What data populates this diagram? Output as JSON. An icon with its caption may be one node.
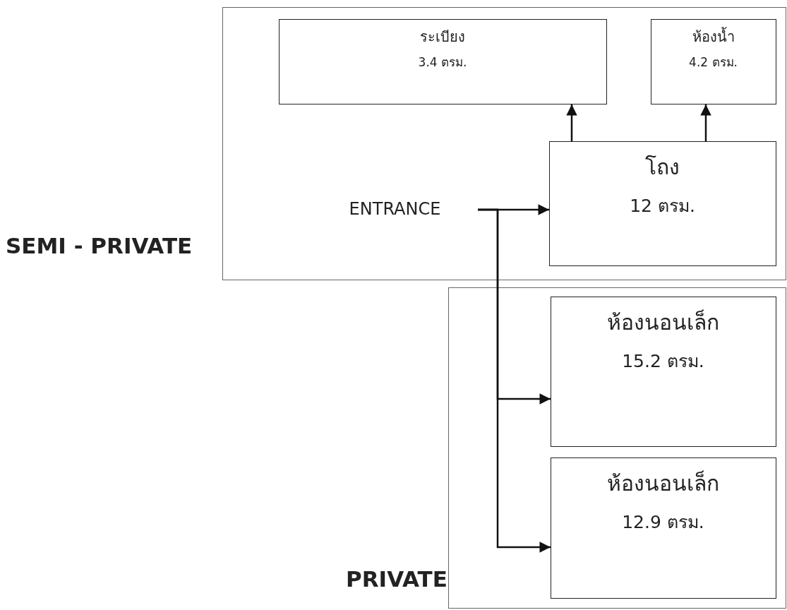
{
  "diagram": {
    "nodes": [
      {
        "text": [
          "SEMI - PRIVATE"
        ]
      },
      {
        "text": [
          "ระเบียง",
          "3.4 ตรม."
        ],
        "in": 0
      },
      {
        "text": [
          "ห้องน้ำ",
          "4.2 ตรม."
        ],
        "in": 0
      },
      {
        "text": [
          "ENTRANCE"
        ],
        "in": 0
      },
      {
        "text": [
          "โถง",
          "12 ตรม."
        ],
        "in": 0
      },
      {
        "text": [
          "PRIVATE"
        ]
      },
      {
        "text": [
          "ห้องนอนเล็ก",
          "15.2 ตรม."
        ],
        "in": 5
      },
      {
        "text": [
          "ห้องนอนเล็ก",
          "12.9 ตรม."
        ],
        "in": 5
      }
    ],
    "edges": [
      {
        "from": 4,
        "to": 1,
        "arrow": "to"
      },
      {
        "from": 4,
        "to": 2,
        "arrow": "to"
      },
      {
        "from": 3,
        "to": 4,
        "arrow": "to"
      },
      {
        "from": 3,
        "to": 6,
        "arrow": "to"
      },
      {
        "from": 3,
        "to": 7,
        "arrow": "to"
      }
    ]
  }
}
